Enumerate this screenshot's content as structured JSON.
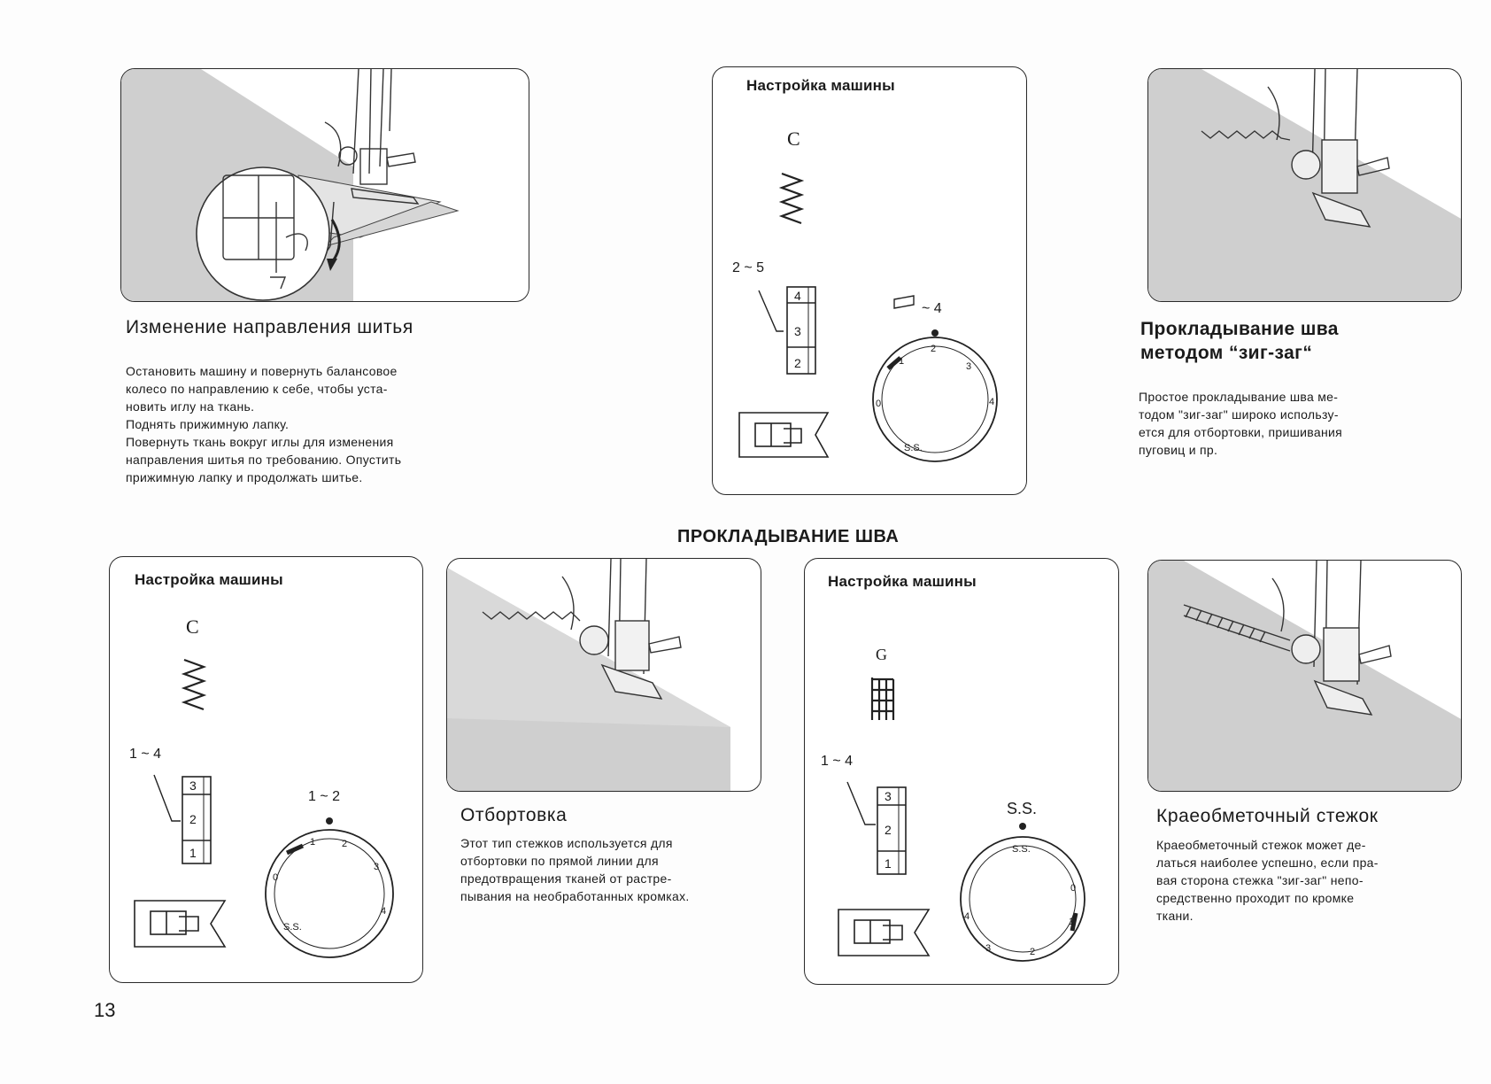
{
  "page_number": "13",
  "section_title": "ПРОКЛАДЫВАНИЕ ШВА",
  "top_left": {
    "heading": "Изменение направления шитья",
    "paragraph": "Остановить машину и повернуть балансовое\nколесо по направлению к себе, чтобы уста-\nновить иглу на ткань.\nПоднять прижимную лапку.\nПовернуть ткань вокруг иглы для изменения\nнаправления шитья по требованию. Опустить\nприжимную лапку и продолжать шитье."
  },
  "top_setting": {
    "title": "Настройка машины",
    "pattern_letter": "C",
    "width_range": "2 ~ 5",
    "width_scale": [
      "4",
      "3",
      "2"
    ],
    "length_range": "~ 4",
    "dial_marks": [
      "0",
      "1",
      "2",
      "3",
      "4",
      "S.S."
    ]
  },
  "top_right": {
    "heading_line1": "Прокладывание шва",
    "heading_line2": "методом “зиг-заг“",
    "paragraph": "Простое прокладывание шва ме-\nтодом \"зиг-заг\" широко использу-\nется для отбортовки, пришивания\nпуговиц и пр."
  },
  "bottom_setting_1": {
    "title": "Настройка машины",
    "pattern_letter": "C",
    "width_range": "1 ~ 4",
    "width_scale": [
      "3",
      "2",
      "1"
    ],
    "length_range": "1 ~ 2",
    "dial_marks": [
      "0",
      "1",
      "2",
      "3",
      "4",
      "S.S."
    ]
  },
  "bottom_middle": {
    "heading": "Отбортовка",
    "paragraph": "Этот тип стежков используется для\n отбортовки по прямой линии для\nпредотвращения тканей от растре-\nпывания на необработанных кромках."
  },
  "bottom_setting_2": {
    "title": "Настройка машины",
    "pattern_letter": "G",
    "width_range": "1 ~ 4",
    "width_scale": [
      "3",
      "2",
      "1"
    ],
    "length_range": "S.S.",
    "dial_marks": [
      "S.S.",
      "0",
      "1",
      "2",
      "3",
      "4"
    ]
  },
  "bottom_right": {
    "heading": "Краеобметочный стежок",
    "paragraph": "Краеобметочный стежок может де-\nлаться наиболее успешно, если пра-\nвая сторона стежка \"зиг-заг\" непо-\nсредственно проходит по кромке\nткани."
  }
}
